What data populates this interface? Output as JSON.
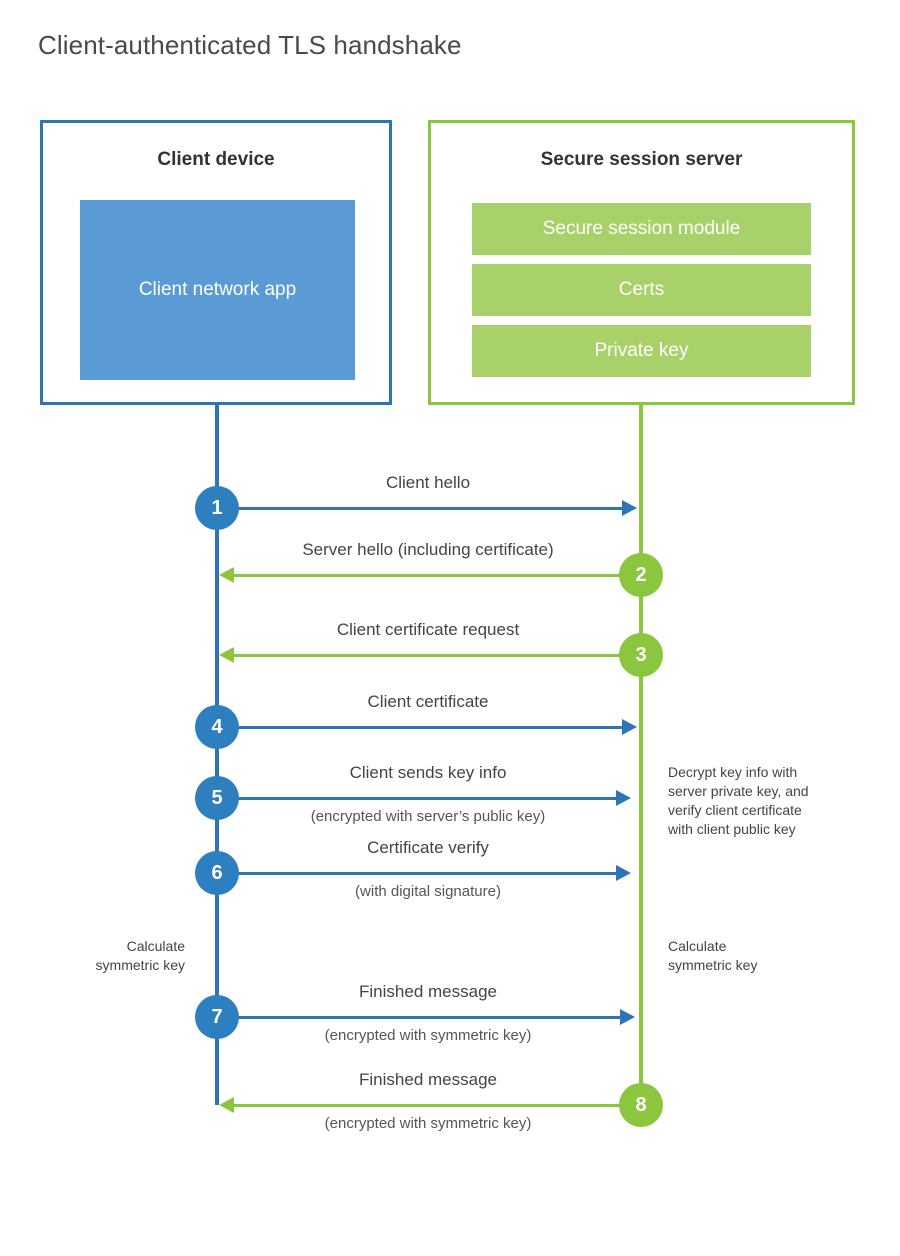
{
  "title": "Client-authenticated TLS handshake",
  "colors": {
    "blue_border": "#2e75b6",
    "blue_fill": "#5b9bd5",
    "blue_badge": "#2e7fbf",
    "green_border": "#8cc63e",
    "green_fill": "#a9d169",
    "green_badge": "#8cc63e",
    "text": "#444444",
    "background": "#ffffff"
  },
  "client": {
    "title": "Client device",
    "app_label": "Client network app"
  },
  "server": {
    "title": "Secure session server",
    "components": [
      {
        "label": "Secure session module"
      },
      {
        "label": "Certs"
      },
      {
        "label": "Private key"
      }
    ]
  },
  "messages": [
    {
      "step": "1",
      "label": "Client hello",
      "sublabel": "",
      "direction": "client-to-server",
      "color": "blue"
    },
    {
      "step": "2",
      "label": "Server hello (including certificate)",
      "sublabel": "",
      "direction": "server-to-client",
      "color": "green"
    },
    {
      "step": "3",
      "label": "Client certificate request",
      "sublabel": "",
      "direction": "server-to-client",
      "color": "green"
    },
    {
      "step": "4",
      "label": "Client certificate",
      "sublabel": "",
      "direction": "client-to-server",
      "color": "blue"
    },
    {
      "step": "5",
      "label": "Client sends key info",
      "sublabel": "(encrypted with server’s public key)",
      "direction": "client-to-server",
      "color": "blue"
    },
    {
      "step": "6",
      "label": "Certificate verify",
      "sublabel": "(with digital signature)",
      "direction": "client-to-server",
      "color": "blue"
    },
    {
      "step": "7",
      "label": "Finished message",
      "sublabel": "(encrypted with symmetric key)",
      "direction": "client-to-server",
      "color": "blue"
    },
    {
      "step": "8",
      "label": "Finished message",
      "sublabel": "(encrypted with symmetric key)",
      "direction": "server-to-client",
      "color": "green"
    }
  ],
  "notes": {
    "server_decrypt": "Decrypt key info with\nserver private key, and\nverify client certificate\nwith client public key",
    "client_calculate": "Calculate\nsymmetric key",
    "server_calculate": "Calculate\nsymmetric key"
  }
}
